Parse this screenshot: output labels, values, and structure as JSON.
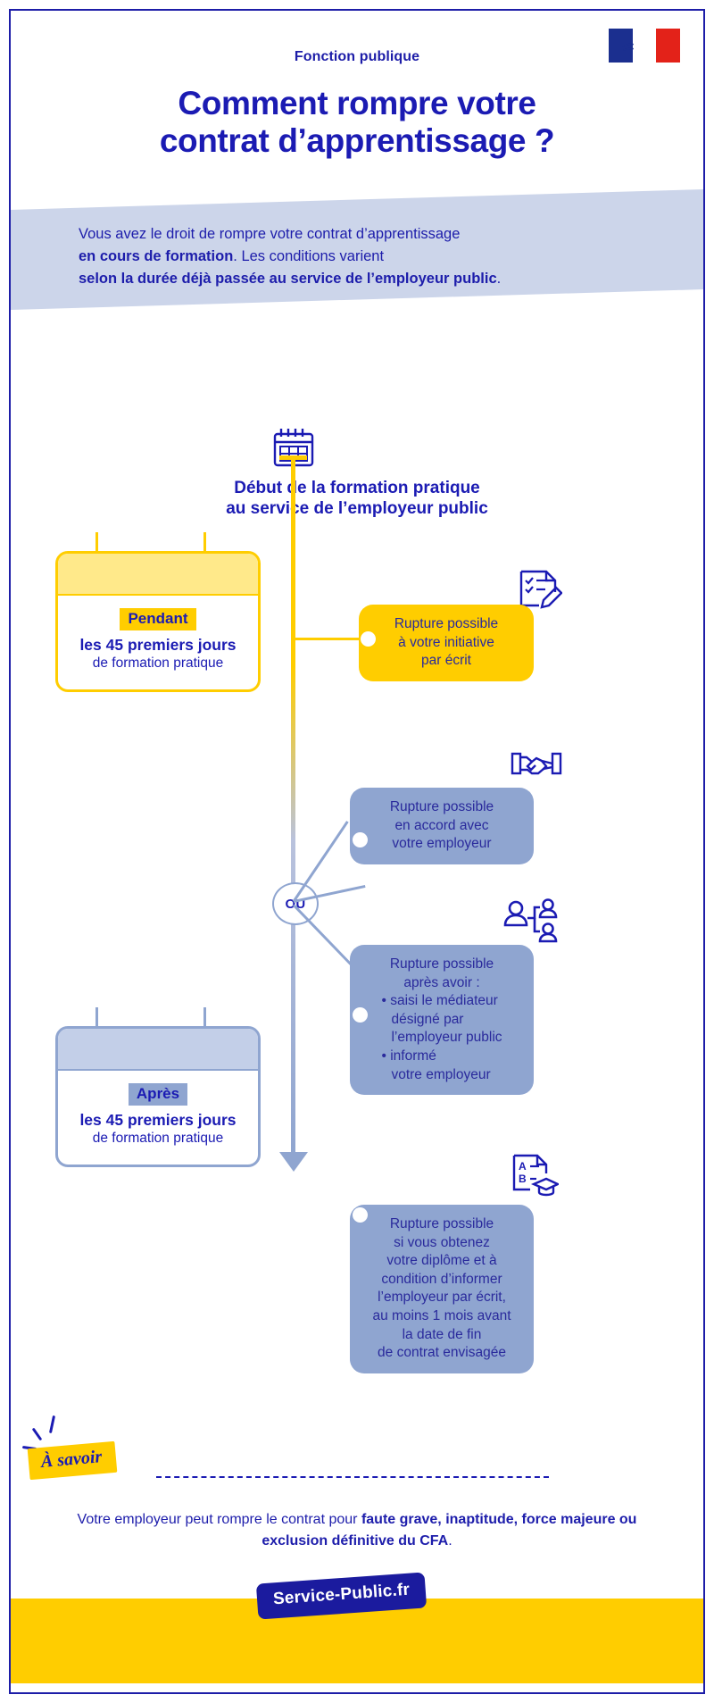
{
  "header": {
    "flag_alt": "french-republic-flag",
    "eyebrow": "Fonction publique",
    "title_line1": "Comment rompre votre",
    "title_line2": "contrat d’apprentissage ?"
  },
  "intro": {
    "part1": "Vous avez le droit de rompre votre contrat d’apprentissage",
    "bold1": "en cours de formation",
    "part2": ". Les conditions varient",
    "bold2": "selon la durée déjà passée au service de l’employeur public",
    "part3": "."
  },
  "timeline": {
    "start_icon": "calendar-icon",
    "start_label_line1": "Début de la formation pratique",
    "start_label_line2": "au service de l’employeur public",
    "or_label": "OU"
  },
  "periods": [
    {
      "chip": "Pendant",
      "line1": "les 45 premiers jours",
      "line2": "de formation pratique",
      "accent": "#ffcd00"
    },
    {
      "chip": "Après",
      "line1": "les 45 premiers jours",
      "line2": "de formation pratique",
      "accent": "#8fa5d0"
    }
  ],
  "options": [
    {
      "icon": "checklist-pen-icon",
      "lines": [
        "Rupture possible",
        "à votre initiative",
        "par écrit"
      ],
      "color": "#ffcd00"
    },
    {
      "icon": "handshake-icon",
      "lines": [
        "Rupture possible",
        "en accord avec",
        "votre employeur"
      ],
      "color": "#8fa5d0"
    },
    {
      "icon": "mediator-people-icon",
      "lead": [
        "Rupture possible",
        "après avoir :"
      ],
      "bullets": [
        [
          "saisi le médiateur",
          "désigné par",
          "l’employeur public"
        ],
        [
          "informé",
          "votre employeur"
        ]
      ],
      "color": "#8fa5d0"
    },
    {
      "icon": "diploma-document-icon",
      "lines": [
        "Rupture possible",
        "si vous obtenez",
        "votre diplôme et à",
        "condition d’informer",
        "l’employeur par écrit,",
        "au moins 1 mois avant",
        "la date de fin",
        "de contrat envisagée"
      ],
      "color": "#8fa5d0"
    }
  ],
  "note": {
    "tag": "À savoir",
    "text_part1": "Votre employeur peut rompre le contrat pour ",
    "text_bold": "faute grave, inaptitude, force majeure ou exclusion définitive du CFA",
    "text_part2": "."
  },
  "footer": {
    "badge": "Service-Public.fr",
    "band_color": "#ffcd00"
  },
  "colors": {
    "brand_blue": "#1b1bb3",
    "yellow": "#ffcd00",
    "light_blue": "#8fa5d0",
    "pale_blue": "#ccd5ea"
  }
}
